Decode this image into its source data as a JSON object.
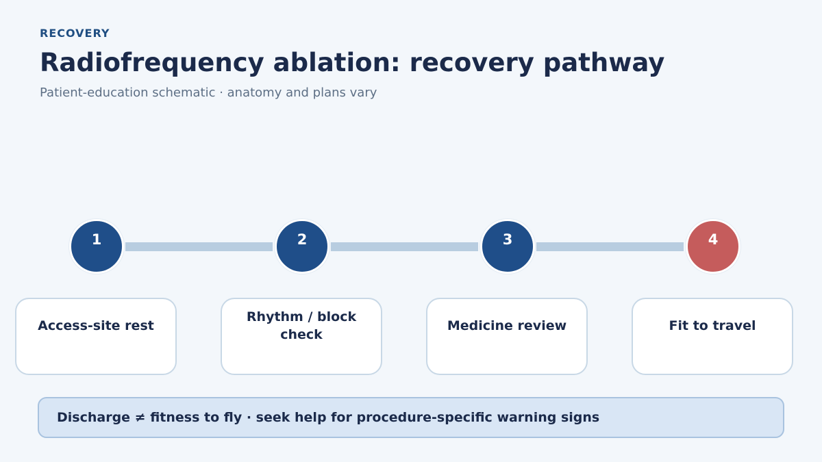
{
  "header": {
    "eyebrow": "RECOVERY",
    "title": "Radiofrequency ablation: recovery pathway",
    "subtitle": "Patient-education schematic · anatomy and plans vary"
  },
  "steps": [
    {
      "number": "1",
      "label": "Access-site rest",
      "color": "#1f4e89"
    },
    {
      "number": "2",
      "label": "Rhythm / block check",
      "color": "#1f4e89"
    },
    {
      "number": "3",
      "label": "Medicine review",
      "color": "#1f4e89"
    },
    {
      "number": "4",
      "label": "Fit to travel",
      "color": "#c55c5c"
    }
  ],
  "note": {
    "text": "Discharge ≠ fitness to fly · seek help for procedure-specific warning signs"
  },
  "colors": {
    "primary": "#1f4e89",
    "final_step": "#c55c5c",
    "connector": "#b8cde0",
    "note_background": "#d9e6f5"
  }
}
